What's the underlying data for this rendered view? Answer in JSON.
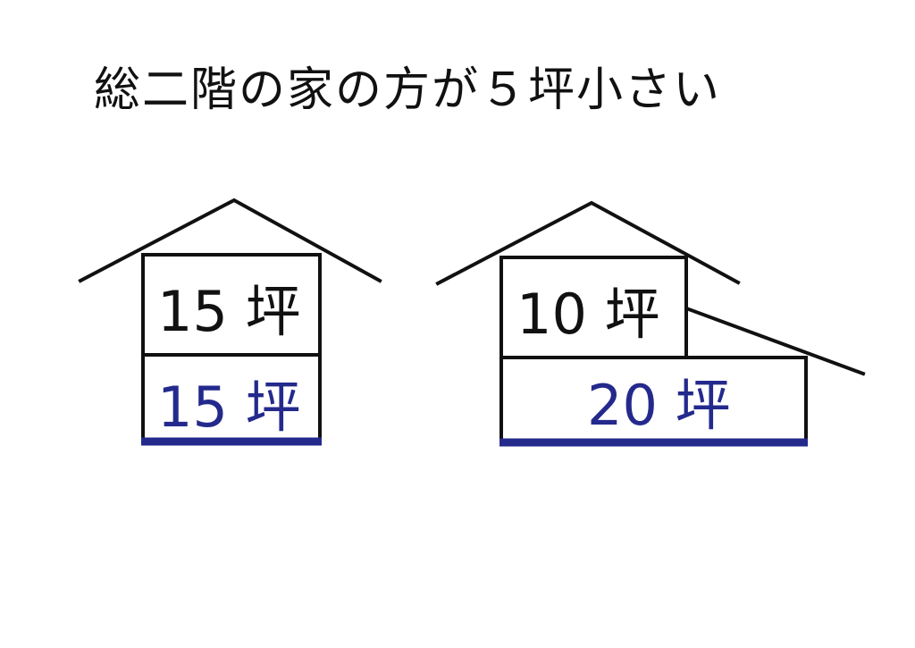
{
  "title": "総二階の家の方が５坪小さい",
  "colors": {
    "line": "#111111",
    "accent": "#242a8c"
  },
  "house_left": {
    "upper_label": "15 坪",
    "lower_label": "15 坪"
  },
  "house_right": {
    "upper_label": "10 坪",
    "lower_label": "20 坪"
  }
}
